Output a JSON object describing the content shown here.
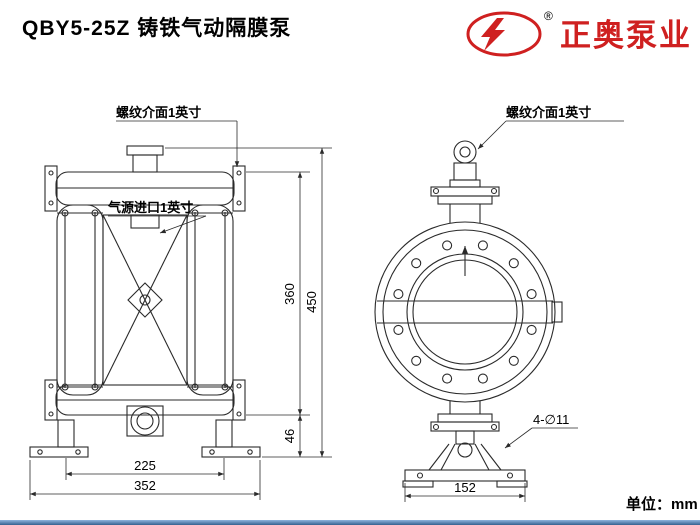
{
  "header": {
    "title": "QBY5-25Z 铸铁气动隔膜泵",
    "logo": {
      "brand": "正奥泵业",
      "registered": "®"
    }
  },
  "labels": {
    "thread_front": "螺纹介面1英寸",
    "thread_side": "螺纹介面1英寸",
    "air_inlet": "气源进口1英寸",
    "base_holes": "4-∅11",
    "unit": "单位：mm"
  },
  "dimensions": {
    "height_body": "360",
    "height_total": "450",
    "base_height": "46",
    "width_feet": "225",
    "width_total": "352",
    "side_base_width": "152"
  },
  "colors": {
    "line": "#2a2a2a",
    "brand_red": "#cf2020"
  }
}
